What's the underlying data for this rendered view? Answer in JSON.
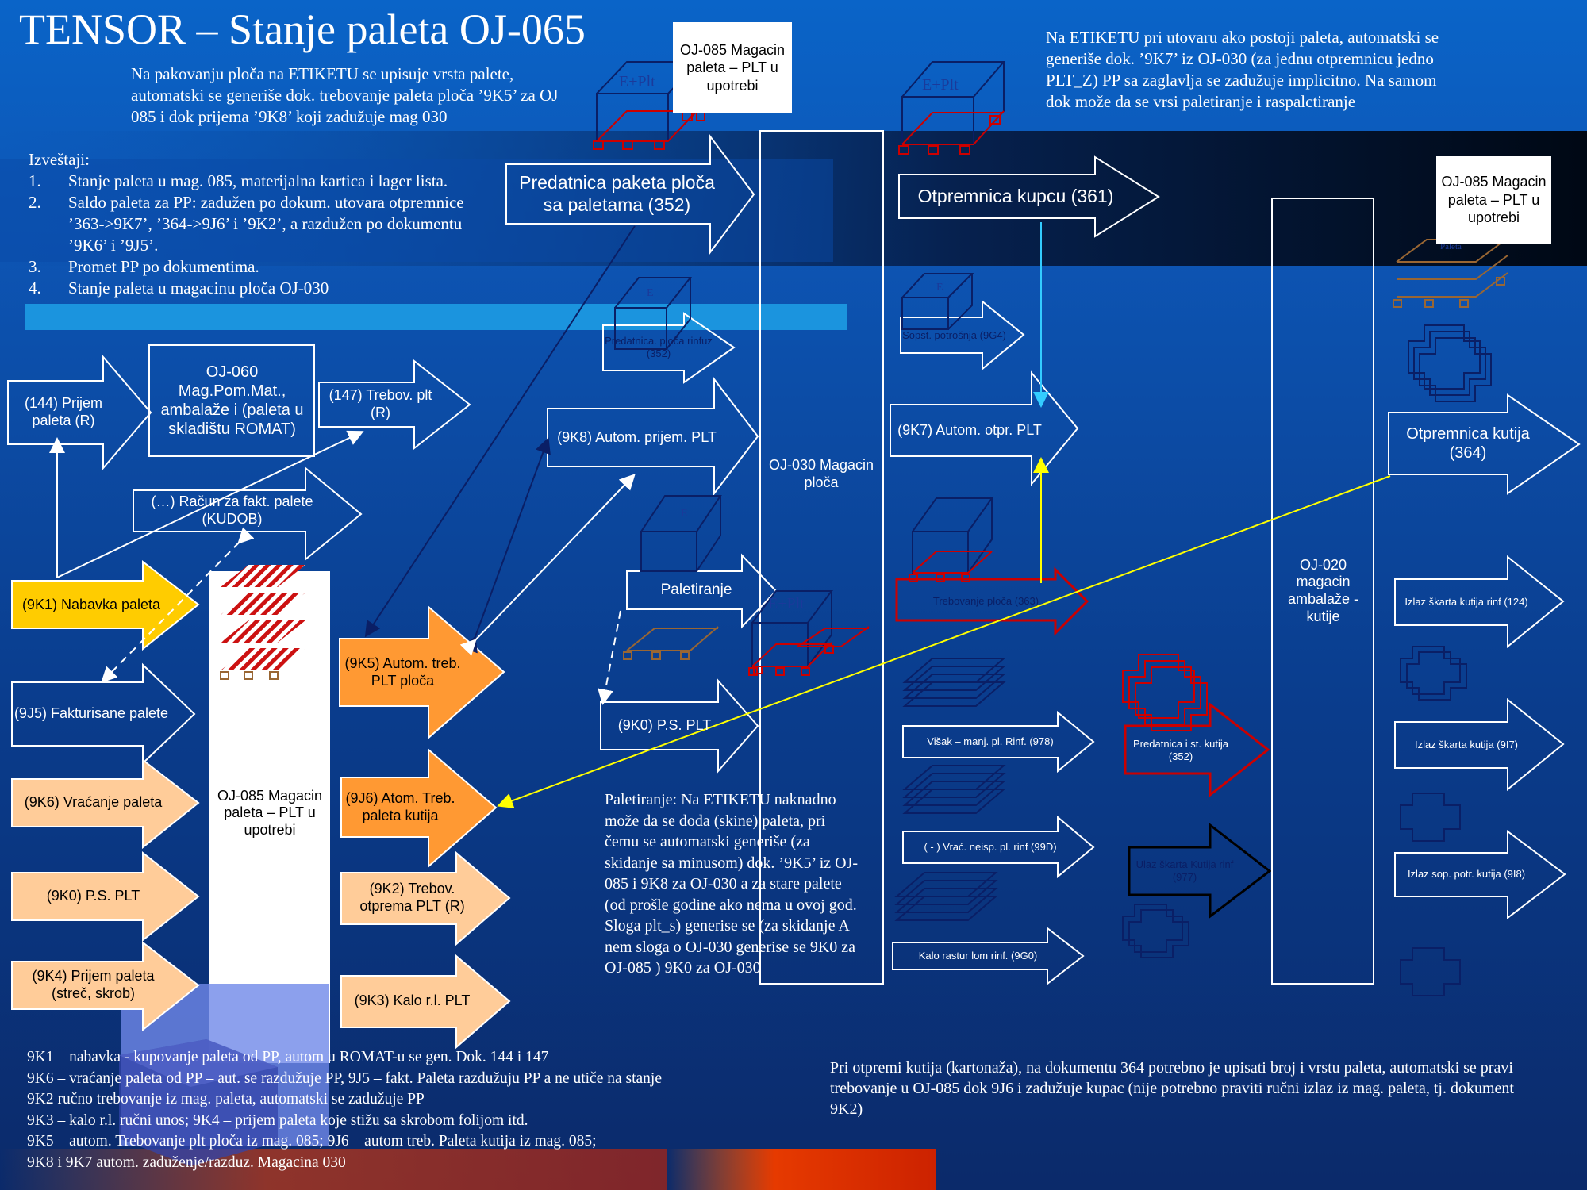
{
  "title": "TENSOR – Stanje paleta OJ-065",
  "notes": {
    "top_center": "Na pakovanju ploča na ETIKETU se upisuje vrsta palete, automatski se generiše dok. trebovanje paleta ploča ’9K5’ za OJ 085 i dok prijema ’9K8’ koji zadužuje mag 030",
    "top_right": "Na ETIKETU pri utovaru ako postoji paleta, automatski se generiše dok. ’9K7’ iz OJ-030 (za jednu otpremnicu jedno PLT_Z) PP sa zaglavlja se zadužuje implicitno. Na samom dok može da se vrsi paletiranje i raspalctiranje",
    "reports_title": "Izveštaji:",
    "reports": [
      {
        "n": "1.",
        "t": "Stanje paleta u mag. 085, materijalna kartica i lager lista."
      },
      {
        "n": "2.",
        "t": "Saldo paleta za PP: zadužen po dokum. utovara otpremnice ’363->9K7’, ’364->9J6’ i ’9K2’, a razdužen po dokumentu ’9K6’ i ’9J5’."
      },
      {
        "n": "3.",
        "t": "Promet PP po dokumentima."
      },
      {
        "n": "4.",
        "t": "Stanje paleta u magacinu ploča OJ-030"
      }
    ],
    "paletiranje": "Paletiranje: Na ETIKETU naknadno može da se doda (skine) paleta, pri čemu se automatski generiše (za skidanje sa minusom) dok. ’9K5’ iz OJ-085 i 9K8 za OJ-030 a za stare palete (od prošle godine ako nema u ovoj god. Sloga plt_s) generise se (za skidanje A nem sloga o OJ-030 generise se 9K0 za OJ-085 ) 9K0 za OJ-030",
    "bottom_right": "Pri otpremi kutija (kartonaža), na dokumentu 364 potrebno je upisati broj i vrstu paleta, automatski se pravi trebovanje u OJ-085 dok 9J6 i zadužuje kupac (nije potrebno praviti ručni izlaz iz mag. paleta, tj. dokument 9K2)",
    "legend": [
      "9K1 – nabavka - kupovanje paleta od PP, autom u ROMAT-u se gen. Dok. 144 i 147",
      "9K6 – vraćanje paleta od PP – aut. se razdužuje PP, 9J5 – fakt. Paleta razdužuju PP a ne utiče na stanje",
      "9K2    ručno trebovanje iz mag. paleta, automatski se zadužuje PP",
      "9K3 – kalo r.l. ručni unos; 9K4 – prijem paleta koje stižu sa skrobom folijom itd.",
      "9K5 – autom. Trebovanje plt ploča iz mag. 085; 9J6 – autom treb. Paleta kutija iz mag. 085;",
      "9K8 i 9K7 autom. zaduženje/razduz. Magacina 030"
    ]
  },
  "boxes": {
    "oj060": "OJ-060 Mag.Pom.Mat., ambalaže i (paleta u skladištu ROMAT)",
    "oj085_top": "OJ-085 Magacin paleta – PLT u upotrebi",
    "oj085_right": "OJ-085 Magacin paleta – PLT u upotrebi",
    "oj085_main": "OJ-085 Magacin paleta – PLT u upotrebi",
    "oj030": "OJ-030 Magacin ploča",
    "oj020": "OJ-020 magacin ambalaže - kutije"
  },
  "arrows": {
    "a144": "(144) Prijem paleta (R)",
    "a147": "(147) Trebov. plt (R)",
    "racun": "(…) Račun za fakt. palete (KUDOB)",
    "k1": "(9K1) Nabavka paleta",
    "j5": "(9J5) Fakturisane palete",
    "k6": "(9K6) Vraćanje paleta",
    "k0left": "(9K0) P.S. PLT",
    "k4": "(9K4) Prijem paleta (streč, skrob)",
    "k5": "(9K5) Autom. treb. PLT ploča",
    "j6": "(9J6) Atom. Treb. paleta kutija",
    "k2": "(9K2) Trebov. otprema PLT (R)",
    "k3": "(9K3) Kalo r.l. PLT",
    "pred352": "Predatnica paketa ploča sa paletama  (352)",
    "pred_rinf": "Predatnica. ploča rinfuz (352)",
    "k8": "(9K8) Autom. prijem. PLT",
    "paletiranje": "Paletiranje",
    "k0mid": "(9K0) P.S. PLT",
    "otp361": "Otpremnica kupcu (361)",
    "sopst": "Sopst. potrošnja (9G4)",
    "k7": "(9K7) Autom. otpr. PLT",
    "treb363": "Trebovanje ploča (363)",
    "visak": "Višak – manj. pl. Rinf. (978)",
    "vrac": "( - ) Vrać. neisp. pl. rinf (99D)",
    "kalo": "Kalo rastur lom rinf. (9G0)",
    "pred_kutija": "Predatnica i st. kutija (352)",
    "ulaz_skarta": "Ulaz škarta Kutija rinf (977)",
    "otp364": "Otpremnica kutija (364)",
    "izlaz124": "Izlaz škarta kutija rinf (124)",
    "izlaz9i7": "Izlaz škarta kutija (9I7)",
    "izlaz9i8": "Izlaz sop. potr. kutija (9I8)"
  },
  "icons": {
    "pallet_label_a": "E+Plt",
    "pallet_label_b": "E+Plt",
    "pallet_label_c": "E+Plt",
    "e1": "E",
    "e2": "E",
    "e3": "E",
    "paleta": "Paleta"
  },
  "colors": {
    "yellow": "#ffcc00",
    "orange": "#ff9933",
    "peach": "#ffcc99",
    "red": "#cc0000",
    "brown": "#996633"
  }
}
